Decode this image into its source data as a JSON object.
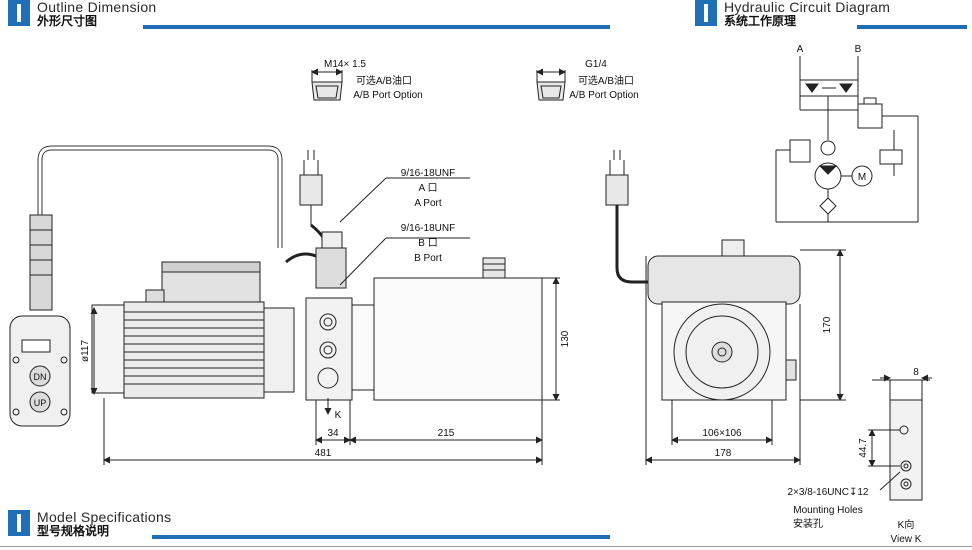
{
  "headers": {
    "outline": {
      "en": "Outline Dimension",
      "cn": "外形尺寸图"
    },
    "circuit": {
      "en": "Hydraulic Circuit Diagram",
      "cn": "系统工作原理"
    },
    "model": {
      "en": "Model Specifications",
      "cn": "型号规格说明"
    }
  },
  "port_options": {
    "metric": {
      "thread": "M14× 1.5",
      "cn": "可选A/B油口",
      "en": "A/B Port Option"
    },
    "bsp": {
      "thread": "G1/4",
      "cn": "可选A/B油口",
      "en": "A/B Port Option"
    }
  },
  "port_labels": {
    "a_thread": "9/16-18UNF",
    "a_cn": "A 口",
    "a_en": "A Port",
    "b_thread": "9/16-18UNF",
    "b_cn": "B 口",
    "b_en": "B Port"
  },
  "dimensions": {
    "motor_dia": "ø117",
    "height_130": "130",
    "height_170": "170",
    "d34": "34",
    "d215": "215",
    "d481": "481",
    "flange": "106×106",
    "width_178": "178",
    "d8": "8",
    "d44_7": "44.7",
    "view_k_mark": "K"
  },
  "pendant": {
    "down": "DN",
    "up": "UP"
  },
  "motor_symbol": "M",
  "circuit_ports": {
    "a": "A",
    "b": "B"
  },
  "mounting": {
    "spec": "2×3/8-16UNC↧12",
    "en": "Mounting Holes",
    "cn": "安装孔"
  },
  "view_k": {
    "cn": "K向",
    "en": "View K"
  },
  "colors": {
    "accent": "#1e6fb5",
    "line": "#222222"
  }
}
